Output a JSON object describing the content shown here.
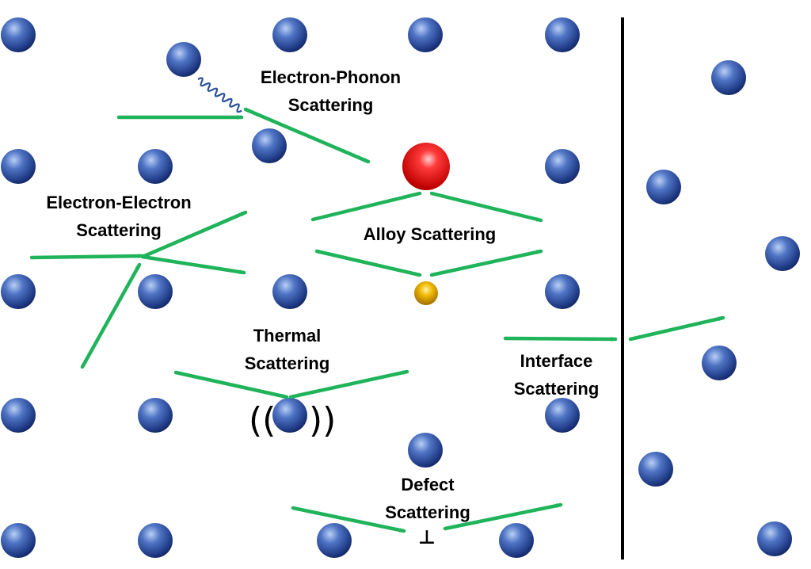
{
  "colors": {
    "arrow": "#1fb35a",
    "atom_light": "#8fb0e8",
    "atom_dark": "#14296b",
    "impurity_large": "#e01010",
    "impurity_small": "#e2a800",
    "phonon_wave": "#2a4f9a",
    "interface_line": "#000000"
  },
  "labels": {
    "electron_phonon": [
      "Electron-Phonon",
      "Scattering"
    ],
    "electron_electron": [
      "Electron-Electron",
      "Scattering"
    ],
    "alloy": [
      "Alloy Scattering"
    ],
    "thermal": [
      "Thermal",
      "Scattering"
    ],
    "interface": [
      "Interface",
      "Scattering"
    ],
    "defect": [
      "Defect",
      "Scattering"
    ]
  },
  "symbols": {
    "defect_mark": "⊥",
    "vibration_left": "((",
    "vibration_right": "))"
  }
}
